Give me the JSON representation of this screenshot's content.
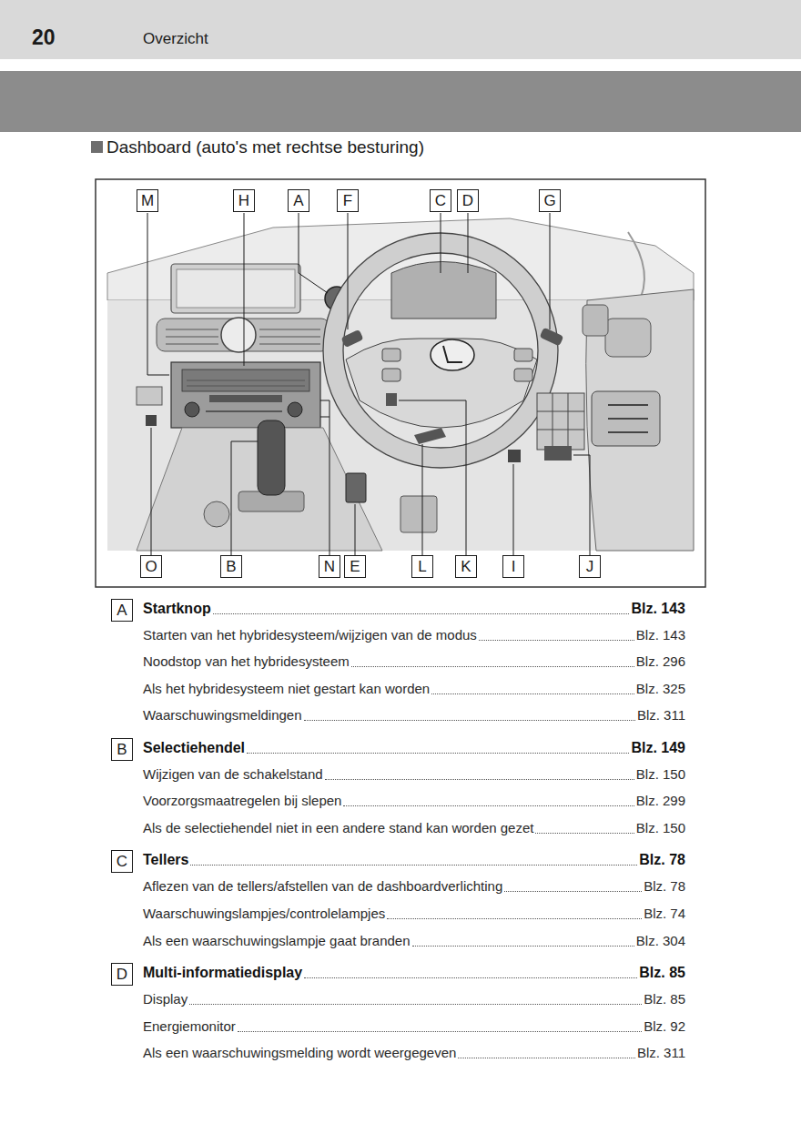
{
  "diagram": {
    "title": "Dashboard (auto's met rechtse besturing)",
    "nodes": [
      {
        "text": [
          "20",
          "Overzicht"
        ]
      },
      {
        "text": [
          "M"
        ]
      },
      {
        "text": [
          "H"
        ]
      },
      {
        "text": [
          "A"
        ]
      },
      {
        "text": [
          "F"
        ]
      },
      {
        "text": [
          "C"
        ]
      },
      {
        "text": [
          "D"
        ]
      },
      {
        "text": [
          "G"
        ]
      },
      {
        "text": [
          "O"
        ]
      },
      {
        "text": [
          "B"
        ]
      },
      {
        "text": [
          "N"
        ]
      },
      {
        "text": [
          "E"
        ]
      },
      {
        "text": [
          "L"
        ]
      },
      {
        "text": [
          "K"
        ]
      },
      {
        "text": [
          "I"
        ]
      },
      {
        "text": [
          "J"
        ]
      },
      {
        "text": [
          "A"
        ]
      },
      {
        "text": [
          "B"
        ]
      },
      {
        "text": [
          "C"
        ]
      },
      {
        "text": [
          "D"
        ]
      }
    ],
    "labels": [
      "Startknop",
      "Blz. 143",
      "Starten van het hybridesysteem/wijzigen van de modus",
      "Blz. 143",
      "Noodstop van het hybridesysteem",
      "Blz. 296",
      "Als het hybridesysteem niet gestart kan worden",
      "Blz. 325",
      "Waarschuwingsmeldingen",
      "Blz. 311",
      "Selectiehendel",
      "Blz. 149",
      "Wijzigen van de schakelstand",
      "Blz. 150",
      "Voorzorgsmaatregelen bij slepen",
      "Blz. 299",
      "Als de selectiehendel niet in een andere stand kan worden gezet",
      "Blz. 150",
      "Tellers",
      "Blz. 78",
      "Aflezen van de tellers/afstellen van de dashboardverlichting",
      "Blz. 78",
      "Waarschuwingslampjes/controlelampjes",
      "Blz. 74",
      "Als een waarschuwingslampje gaat branden",
      "Blz. 304",
      "Multi-informatiedisplay",
      "Blz. 85",
      "Display",
      "Blz. 85",
      "Energiemonitor",
      "Blz. 92",
      "Als een waarschuwingsmelding wordt weergegeven",
      "Blz. 311"
    ]
  }
}
